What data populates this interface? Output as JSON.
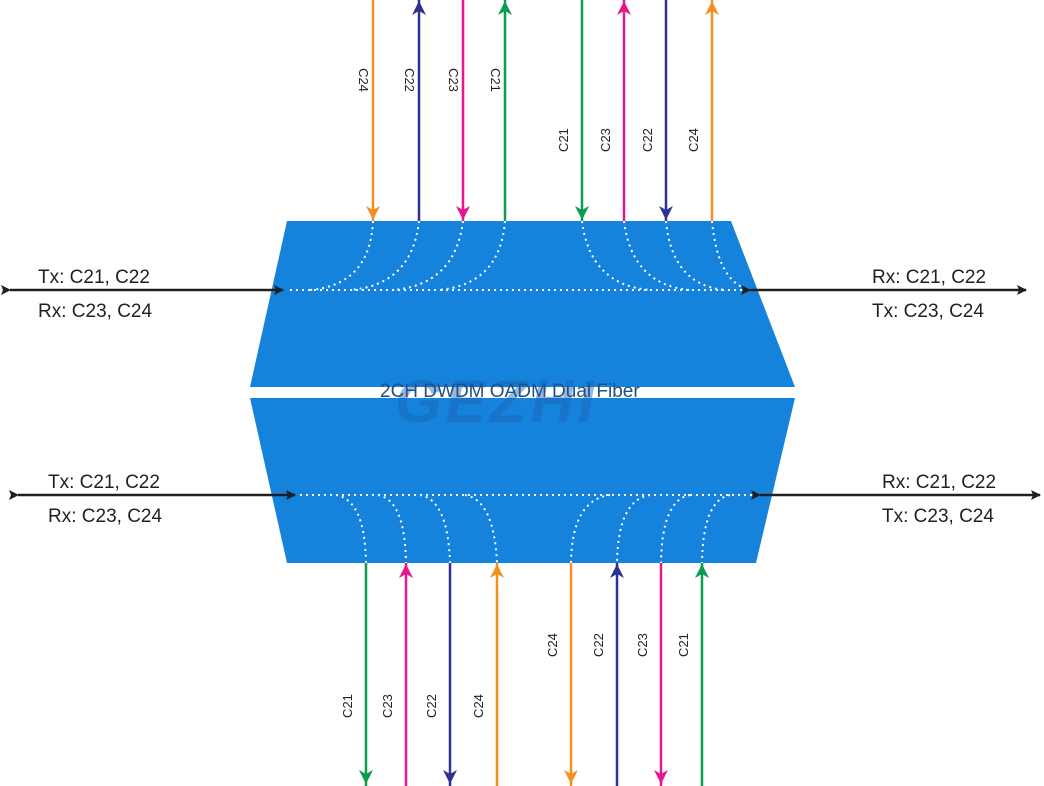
{
  "title": "2CH DWDM OADM Dual Fiber",
  "watermark": "GEZHI",
  "colors": {
    "body": "#1583dc",
    "C21": "#0b9c50",
    "C22": "#2e3191",
    "C23": "#e5178c",
    "C24": "#f39021",
    "line": "#231f20"
  },
  "ports": {
    "upper_left": {
      "line1": "Tx: C21, C22",
      "line2": "Rx: C23, C24"
    },
    "upper_right": {
      "line1": "Rx: C21, C22",
      "line2": "Tx: C23, C24"
    },
    "lower_left": {
      "line1": "Tx: C21, C22",
      "line2": "Rx: C23, C24"
    },
    "lower_right": {
      "line1": "Rx: C21, C22",
      "line2": "Tx: C23, C24"
    }
  },
  "channels": {
    "top_left": [
      {
        "ch": "C24",
        "dir": "in"
      },
      {
        "ch": "C22",
        "dir": "out"
      },
      {
        "ch": "C23",
        "dir": "in"
      },
      {
        "ch": "C21",
        "dir": "out"
      }
    ],
    "top_right": [
      {
        "ch": "C21",
        "dir": "in"
      },
      {
        "ch": "C23",
        "dir": "out"
      },
      {
        "ch": "C22",
        "dir": "in"
      },
      {
        "ch": "C24",
        "dir": "out"
      }
    ],
    "bottom_left": [
      {
        "ch": "C21",
        "dir": "out"
      },
      {
        "ch": "C23",
        "dir": "in"
      },
      {
        "ch": "C22",
        "dir": "out"
      },
      {
        "ch": "C24",
        "dir": "in"
      }
    ],
    "bottom_right": [
      {
        "ch": "C24",
        "dir": "out"
      },
      {
        "ch": "C22",
        "dir": "in"
      },
      {
        "ch": "C23",
        "dir": "out"
      },
      {
        "ch": "C21",
        "dir": "in"
      }
    ]
  }
}
